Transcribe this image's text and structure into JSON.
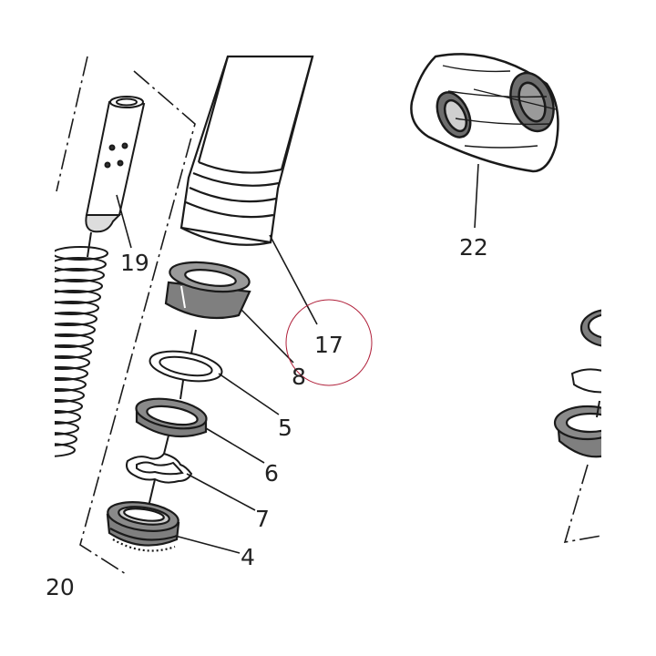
{
  "callouts": {
    "c17": "17",
    "c19": "19",
    "c22": "22",
    "c8": "8",
    "c5": "5",
    "c6": "6",
    "c7": "7",
    "c4": "4",
    "c20": "20"
  },
  "colors": {
    "highlight_circle": "#b0203a",
    "part_grey": "#7f7f7f",
    "line": "#1a1a1a"
  },
  "icons": [
    "fork-tube-icon",
    "cartridge-rod-icon",
    "spring-icon",
    "bushing-icon",
    "washer-icon",
    "seal-icon",
    "clip-icon",
    "dust-wiper-icon",
    "fork-leg-bottom-icon"
  ]
}
